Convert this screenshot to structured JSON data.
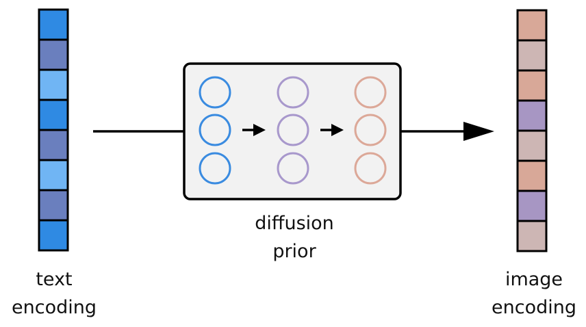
{
  "labels": {
    "text_encoding": [
      "text",
      "encoding"
    ],
    "prior": [
      "diffusion",
      "prior"
    ],
    "image_encoding": [
      "image",
      "encoding"
    ]
  },
  "text_encoding": {
    "cells": [
      "#2f8ae3",
      "#6a7fbe",
      "#70b5f4",
      "#2f8ae3",
      "#6a7fbe",
      "#70b5f4",
      "#6a7fbe",
      "#2f8ae3"
    ]
  },
  "image_encoding": {
    "cells": [
      "#d8a898",
      "#cdb6b4",
      "#d8a898",
      "#a796c3",
      "#cdb6b4",
      "#d8a898",
      "#a796c3",
      "#cdb6b4"
    ]
  },
  "prior_network": {
    "columns": [
      {
        "color": "#3a8be0",
        "nodes": 3
      },
      {
        "color": "#a898cc",
        "nodes": 3
      },
      {
        "color": "#dca898",
        "nodes": 3
      }
    ]
  },
  "colors": {
    "box_fill": "#f2f2f2",
    "outline": "#000000"
  }
}
